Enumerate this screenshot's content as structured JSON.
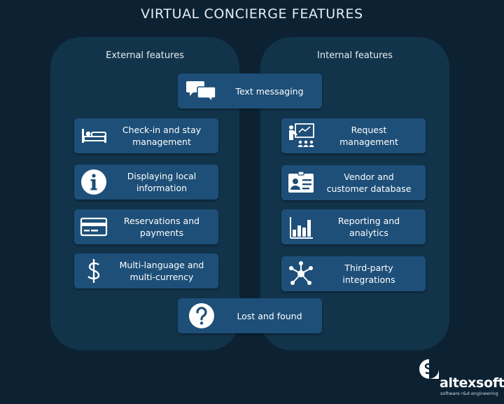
{
  "title": "VIRTUAL CONCIERGE FEATURES",
  "panels": {
    "external": {
      "label": "External features"
    },
    "internal": {
      "label": "Internal features"
    }
  },
  "shared": {
    "top": {
      "label": "Text messaging",
      "icon": "chat-bubbles-icon"
    },
    "bottom": {
      "label": "Lost and found",
      "icon": "question-mark-icon"
    }
  },
  "external_items": [
    {
      "label": "Check-in and stay\nmanagement",
      "icon": "bed-icon"
    },
    {
      "label": "Displaying local\ninformation",
      "icon": "info-icon"
    },
    {
      "label": "Reservations and\npayments",
      "icon": "credit-card-icon"
    },
    {
      "label": "Multi-language and\nmulti-currency",
      "icon": "dollar-icon"
    }
  ],
  "internal_items": [
    {
      "label": "Request\nmanagement",
      "icon": "presentation-icon"
    },
    {
      "label": "Vendor and\ncustomer database",
      "icon": "id-card-icon"
    },
    {
      "label": "Reporting and\nanalytics",
      "icon": "bar-chart-icon"
    },
    {
      "label": "Third-party\nintegrations",
      "icon": "network-icon"
    }
  ],
  "logo": {
    "brand": "altexsoft",
    "tagline": "software r&d engineering"
  },
  "colors": {
    "background": "#0c2233",
    "panel": "#12344b",
    "card": "#1d4f78",
    "icon": "#ffffff"
  }
}
